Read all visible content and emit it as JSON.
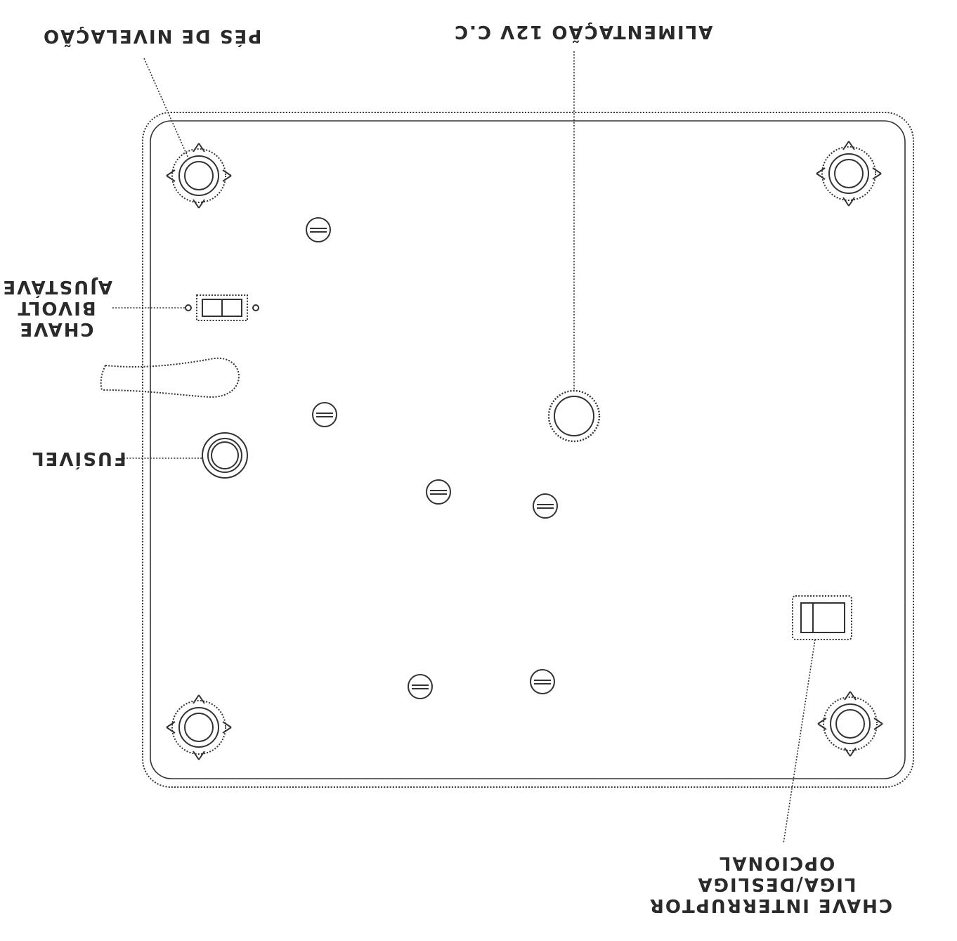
{
  "labels": {
    "leveling_feet": "PÉS DE NIVELAÇÃO",
    "power_input": "ALIMENTAÇÃO 12V C.C",
    "bivolt_switch": [
      "CHAVE",
      "BIVOLT",
      "AJUSTÁVEL"
    ],
    "fuse": "FUSÍVEL",
    "power_switch": [
      "CHAVE INTERRUPTOR",
      "LIGA/DESLIGA",
      "OPCIONAL"
    ]
  },
  "colors": {
    "line": "#333333",
    "background": "#ffffff"
  }
}
